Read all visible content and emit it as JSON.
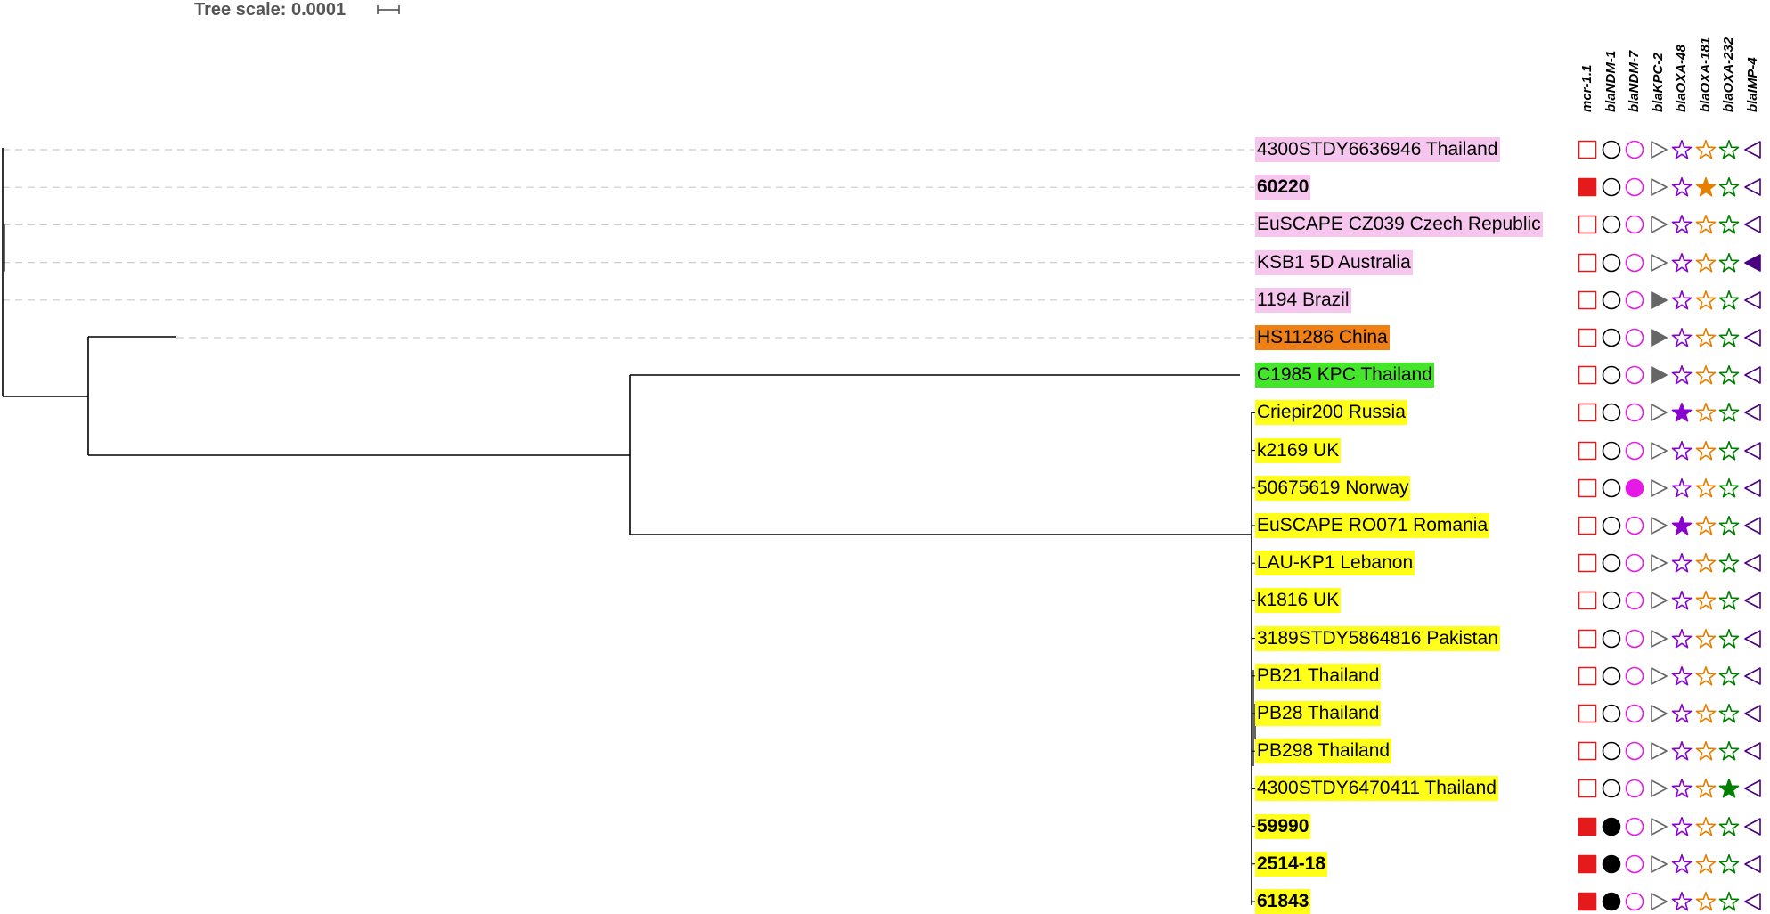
{
  "tree_scale": {
    "label": "Tree scale: 0.0001"
  },
  "genes": [
    "mcr-1.1",
    "blaNDM-1",
    "blaNDM-7",
    "blaKPC-2",
    "blaOXA-48",
    "blaOXA-181",
    "blaOXA-232",
    "blaIMP-4"
  ],
  "gene_markers": [
    {
      "shape": "square",
      "color": "#e41a1c"
    },
    {
      "shape": "circle",
      "color": "#000000"
    },
    {
      "shape": "circle",
      "color": "#e619e6"
    },
    {
      "shape": "triangle-right",
      "color": "#666666"
    },
    {
      "shape": "star",
      "color": "#8a00cc"
    },
    {
      "shape": "star",
      "color": "#e67e00"
    },
    {
      "shape": "star",
      "color": "#007f00"
    },
    {
      "shape": "triangle-left",
      "color": "#4b0082"
    }
  ],
  "leaves": [
    {
      "label": "4300STDY6636946 Thailand",
      "bg": "#f7c6ef",
      "bold": false,
      "genes": [
        0,
        0,
        0,
        0,
        0,
        0,
        0,
        0
      ]
    },
    {
      "label": "60220",
      "bg": "#f7c6ef",
      "bold": true,
      "genes": [
        1,
        0,
        0,
        0,
        0,
        1,
        0,
        0
      ]
    },
    {
      "label": "EuSCAPE CZ039 Czech Republic",
      "bg": "#f7c6ef",
      "bold": false,
      "genes": [
        0,
        0,
        0,
        0,
        0,
        0,
        0,
        0
      ]
    },
    {
      "label": "KSB1 5D Australia",
      "bg": "#f7c6ef",
      "bold": false,
      "genes": [
        0,
        0,
        0,
        0,
        0,
        0,
        0,
        1
      ]
    },
    {
      "label": "1194 Brazil",
      "bg": "#f7c6ef",
      "bold": false,
      "genes": [
        0,
        0,
        0,
        1,
        0,
        0,
        0,
        0
      ]
    },
    {
      "label": "HS11286 China",
      "bg": "#f07f14",
      "bold": false,
      "genes": [
        0,
        0,
        0,
        1,
        0,
        0,
        0,
        0
      ]
    },
    {
      "label": "C1985 KPC Thailand",
      "bg": "#44e62a",
      "bold": false,
      "genes": [
        0,
        0,
        0,
        1,
        0,
        0,
        0,
        0
      ]
    },
    {
      "label": "Criepir200 Russia",
      "bg": "#ffff1a",
      "bold": false,
      "genes": [
        0,
        0,
        0,
        0,
        1,
        0,
        0,
        0
      ]
    },
    {
      "label": "k2169 UK",
      "bg": "#ffff1a",
      "bold": false,
      "genes": [
        0,
        0,
        0,
        0,
        0,
        0,
        0,
        0
      ]
    },
    {
      "label": "50675619 Norway",
      "bg": "#ffff1a",
      "bold": false,
      "genes": [
        0,
        0,
        1,
        0,
        0,
        0,
        0,
        0
      ]
    },
    {
      "label": "EuSCAPE RO071 Romania",
      "bg": "#ffff1a",
      "bold": false,
      "genes": [
        0,
        0,
        0,
        0,
        1,
        0,
        0,
        0
      ]
    },
    {
      "label": "LAU-KP1 Lebanon",
      "bg": "#ffff1a",
      "bold": false,
      "genes": [
        0,
        0,
        0,
        0,
        0,
        0,
        0,
        0
      ]
    },
    {
      "label": "k1816 UK",
      "bg": "#ffff1a",
      "bold": false,
      "genes": [
        0,
        0,
        0,
        0,
        0,
        0,
        0,
        0
      ]
    },
    {
      "label": "3189STDY5864816 Pakistan",
      "bg": "#ffff1a",
      "bold": false,
      "genes": [
        0,
        0,
        0,
        0,
        0,
        0,
        0,
        0
      ]
    },
    {
      "label": "PB21 Thailand",
      "bg": "#ffff1a",
      "bold": false,
      "genes": [
        0,
        0,
        0,
        0,
        0,
        0,
        0,
        0
      ]
    },
    {
      "label": "PB28 Thailand",
      "bg": "#ffff1a",
      "bold": false,
      "genes": [
        0,
        0,
        0,
        0,
        0,
        0,
        0,
        0
      ]
    },
    {
      "label": "PB298 Thailand",
      "bg": "#ffff1a",
      "bold": false,
      "genes": [
        0,
        0,
        0,
        0,
        0,
        0,
        0,
        0
      ]
    },
    {
      "label": "4300STDY6470411 Thailand",
      "bg": "#ffff1a",
      "bold": false,
      "genes": [
        0,
        0,
        0,
        0,
        0,
        0,
        1,
        0
      ]
    },
    {
      "label": "59990",
      "bg": "#ffff1a",
      "bold": true,
      "genes": [
        1,
        1,
        0,
        0,
        0,
        0,
        0,
        0
      ]
    },
    {
      "label": "2514-18",
      "bg": "#ffff1a",
      "bold": true,
      "genes": [
        1,
        1,
        0,
        0,
        0,
        0,
        0,
        0
      ]
    },
    {
      "label": "61843",
      "bg": "#ffff1a",
      "bold": true,
      "genes": [
        1,
        1,
        0,
        0,
        0,
        0,
        0,
        0
      ]
    }
  ]
}
